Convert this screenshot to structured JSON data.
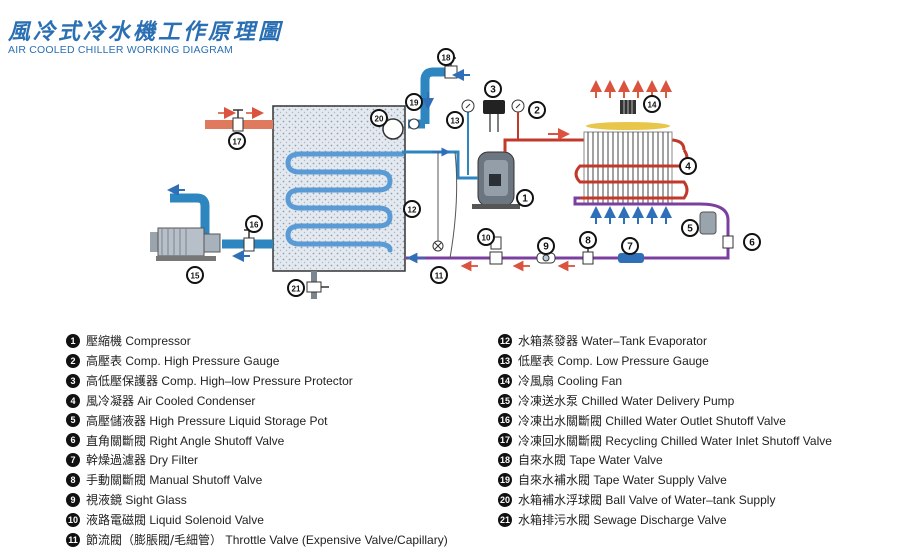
{
  "header": {
    "title_cn": "風冷式冷水機工作原理圖",
    "title_en": "AIR COOLED CHILLER WORKING DIAGRAM"
  },
  "colors": {
    "accent_blue": "#2a6fb3",
    "pipe_red": "#c0392b",
    "pipe_blue": "#2e86c1",
    "pipe_purple": "#7b3fa0",
    "tank_fill": "#dfe6ee"
  },
  "callouts": [
    "1",
    "2",
    "3",
    "4",
    "5",
    "6",
    "7",
    "8",
    "9",
    "10",
    "11",
    "12",
    "13",
    "14",
    "15",
    "16",
    "17",
    "18",
    "19",
    "20",
    "21"
  ],
  "legend": {
    "left": [
      {
        "num": "1",
        "cn": "壓縮機",
        "en": "Compressor"
      },
      {
        "num": "2",
        "cn": "高壓表",
        "en": "Comp. High Pressure Gauge"
      },
      {
        "num": "3",
        "cn": "高低壓保護器",
        "en": "Comp. High–low Pressure Protector"
      },
      {
        "num": "4",
        "cn": "風冷凝器",
        "en": "Air Cooled Condenser"
      },
      {
        "num": "5",
        "cn": "高壓儲液器",
        "en": "High Pressure Liquid Storage Pot"
      },
      {
        "num": "6",
        "cn": "直角關斷閥",
        "en": "Right Angle Shutoff Valve"
      },
      {
        "num": "7",
        "cn": "幹燥過濾器",
        "en": "Dry Filter"
      },
      {
        "num": "8",
        "cn": "手動關斷閥",
        "en": "Manual Shutoff Valve"
      },
      {
        "num": "9",
        "cn": "視液鏡",
        "en": "Sight Glass"
      },
      {
        "num": "10",
        "cn": "液路電磁閥",
        "en": "Liquid Solenoid Valve"
      },
      {
        "num": "11",
        "cn": "節流閥（膨脹閥/毛細管）",
        "en": "Throttle Valve (Expensive Valve/Capillary)"
      }
    ],
    "right": [
      {
        "num": "12",
        "cn": "水箱蒸發器",
        "en": "Water–Tank Evaporator"
      },
      {
        "num": "13",
        "cn": "低壓表",
        "en": "Comp. Low Pressure Gauge"
      },
      {
        "num": "14",
        "cn": "冷風扇",
        "en": "Cooling Fan"
      },
      {
        "num": "15",
        "cn": "冷凍送水泵",
        "en": "Chilled Water Delivery Pump"
      },
      {
        "num": "16",
        "cn": "冷凍出水關斷閥",
        "en": "Chilled Water Outlet Shutoff Valve"
      },
      {
        "num": "17",
        "cn": "冷凍回水關斷閥",
        "en": "Recycling Chilled Water Inlet Shutoff Valve"
      },
      {
        "num": "18",
        "cn": "自來水閥",
        "en": "Tape Water Valve"
      },
      {
        "num": "19",
        "cn": "自來水補水閥",
        "en": "Tape Water Supply Valve"
      },
      {
        "num": "20",
        "cn": "水箱補水浮球閥",
        "en": "Ball Valve of Water–tank Supply"
      },
      {
        "num": "21",
        "cn": "水箱排污水閥",
        "en": "Sewage Discharge Valve"
      }
    ]
  }
}
